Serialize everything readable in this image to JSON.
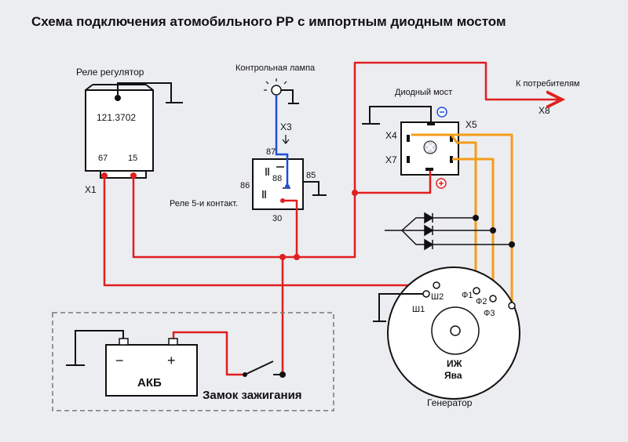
{
  "title": "Схема подключения атомобильного РР с импортным диодным мостом",
  "regulator": {
    "label": "Реле регулятор",
    "model": "121.3702",
    "pin_67": "67",
    "pin_15": "15",
    "connector": "X1"
  },
  "lamp": {
    "label": "Контрольная лампа",
    "connector": "X3"
  },
  "relay5": {
    "label": "Реле 5-и контакт.",
    "pin_87": "87",
    "pin_88": "88",
    "pin_86": "86",
    "pin_85": "85",
    "pin_30": "30"
  },
  "diode_bridge": {
    "label": "Диодный мост",
    "x4": "X4",
    "x5": "X5",
    "x7": "X7",
    "minus": "−",
    "plus": "+"
  },
  "consumers": {
    "label": "К потребителям",
    "connector": "X8"
  },
  "battery": {
    "label": "АКБ",
    "minus": "−",
    "plus": "+"
  },
  "ignition": {
    "label": "Замок зажигания"
  },
  "generator": {
    "label": "Генератор",
    "brand": "ИЖ",
    "brand2": "Ява",
    "sh1": "Ш1",
    "sh2": "Ш2",
    "f1": "Ф1",
    "f2": "Ф2",
    "f3": "Ф3"
  },
  "colors": {
    "wire_red": "#e01f1f",
    "wire_orange": "#f59c1a",
    "wire_blue": "#1f4fd6",
    "wire_black": "#111111",
    "bg": "#ecedf0"
  }
}
